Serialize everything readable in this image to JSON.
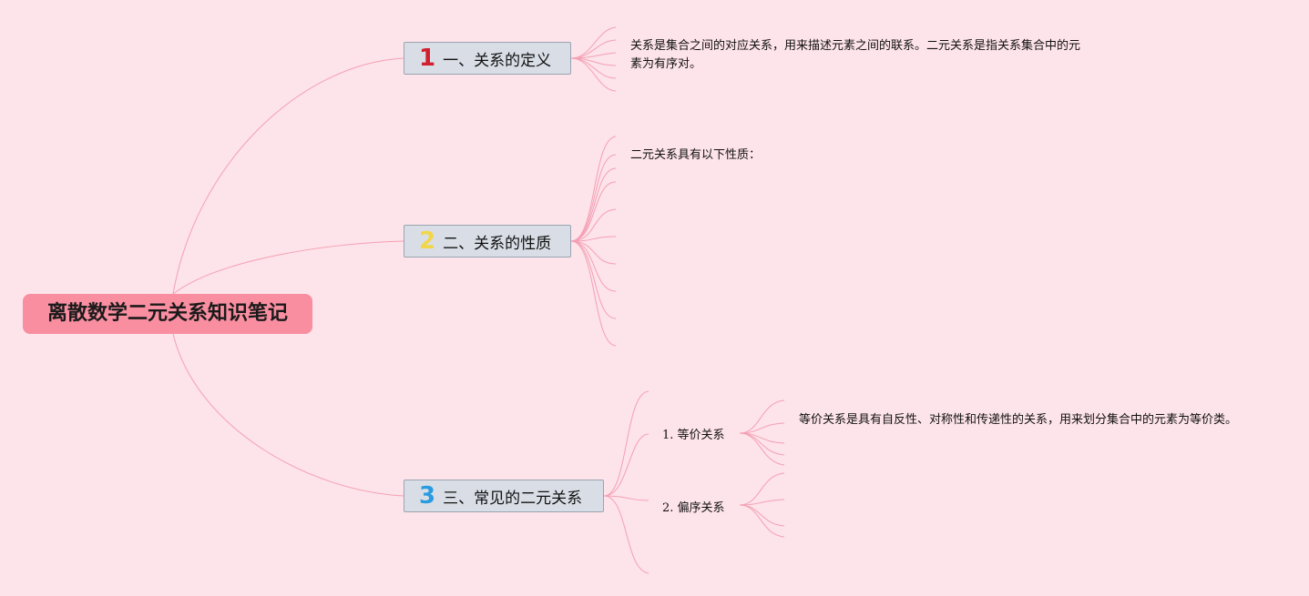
{
  "title": "离散数学二元关系知识笔记",
  "branches": [
    {
      "num": "1",
      "label": "一、关系的定义",
      "note": "关系是集合之间的对应关系，用来描述元素之间的联系。二元关系是指关系集合中的元素为有序对。"
    },
    {
      "num": "2",
      "label": "二、关系的性质",
      "note": "二元关系具有以下性质："
    },
    {
      "num": "3",
      "label": "三、常见的二元关系",
      "children": [
        {
          "label": "1. 等价关系",
          "note": "等价关系是具有自反性、对称性和传递性的关系，用来划分集合中的元素为等价类。"
        },
        {
          "label": "2. 偏序关系"
        }
      ]
    }
  ],
  "colors": {
    "background": "#fde3ea",
    "root": "#f98ea1",
    "branch_fill": "#d9dee6",
    "connector": "#f4a0b4",
    "num1": "#d11f2e",
    "num2": "#f2d648",
    "num3": "#2b9be0"
  }
}
